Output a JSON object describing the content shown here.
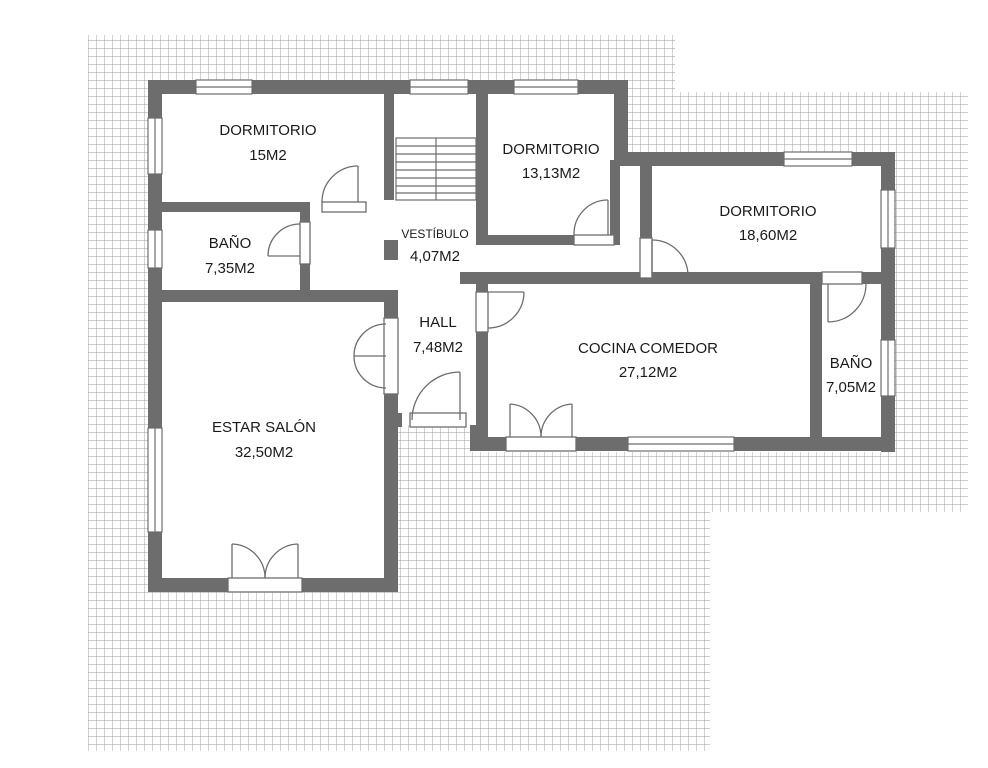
{
  "rooms": {
    "dormitorio_1": {
      "name": "DORMITORIO",
      "area": "15M2"
    },
    "dormitorio_2": {
      "name": "DORMITORIO",
      "area": "13,13M2"
    },
    "dormitorio_3": {
      "name": "DORMITORIO",
      "area": "18,60M2"
    },
    "bano_1": {
      "name": "BAÑO",
      "area": "7,35M2"
    },
    "vestibulo": {
      "name": "VESTÍBULO",
      "area": "4,07M2"
    },
    "hall": {
      "name": "HALL",
      "area": "7,48M2"
    },
    "cocina_comedor": {
      "name": "COCINA COMEDOR",
      "area": "27,12M2"
    },
    "bano_2": {
      "name": "BAÑO",
      "area": "7,05M2"
    },
    "estar_salon": {
      "name": "ESTAR SALÓN",
      "area": "32,50M2"
    }
  },
  "colors": {
    "wall": "#6d6d6d",
    "grid_line": "#9a9a9a",
    "floor": "#ffffff",
    "text": "#1a1a1a"
  }
}
